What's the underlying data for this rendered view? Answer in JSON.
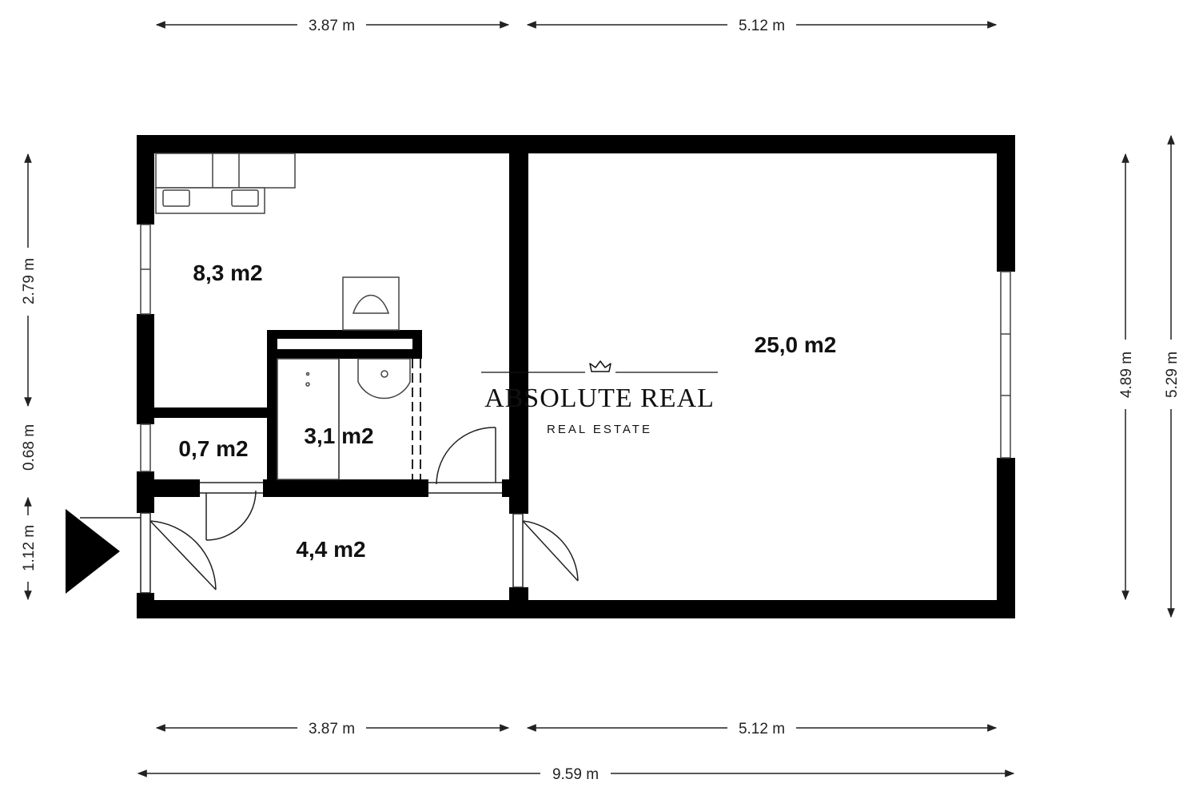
{
  "dimensions": {
    "top_left": "3.87 m",
    "top_right": "5.12 m",
    "bottom_left": "3.87 m",
    "bottom_right": "5.12 m",
    "bottom_total": "9.59 m",
    "left_upper": "2.79 m",
    "left_middle": "0.68 m",
    "left_lower": "1.12 m",
    "right_inner": "4.89 m",
    "right_outer": "5.29 m"
  },
  "rooms": {
    "kitchen": "8,3 m2",
    "storage": "0,7 m2",
    "bathroom": "3,1 m2",
    "hall": "4,4 m2",
    "living": "25,0 m2"
  },
  "logo": {
    "title": "ABSOLUTE REAL",
    "subtitle": "REAL ESTATE",
    "icon": "crown-icon"
  },
  "colors": {
    "wall": "#000000",
    "dimension_line": "#222222"
  }
}
